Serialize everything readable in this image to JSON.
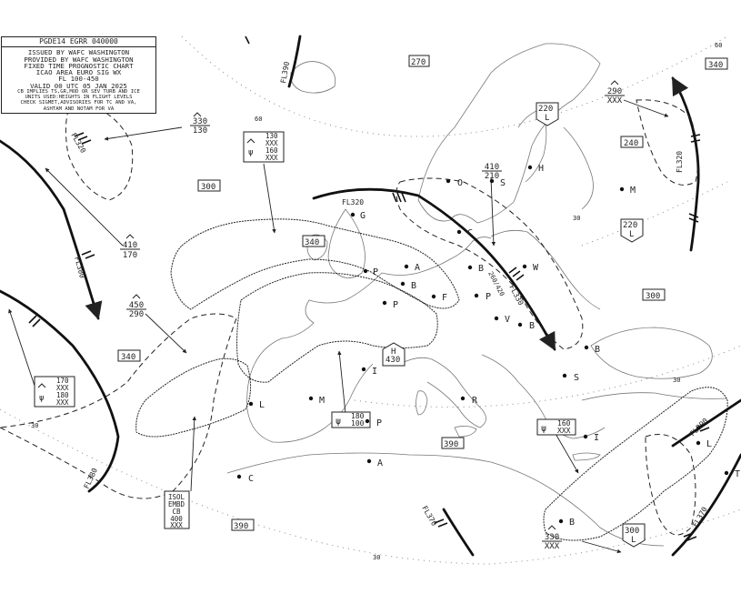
{
  "header": {
    "title": "PGDE14 EGRR 040000",
    "lines": [
      "ISSUED BY WAFC WASHINGTON",
      "PROVIDED BY WAFC WASHINGTON",
      "FIXED TIME PROGNOSTIC CHART",
      "ICAO AREA EURO SIG WX",
      "FL 100-450",
      "VALID 00 UTC 05 JAN 2025"
    ],
    "notes": [
      "CB IMPLIES TS,GR,MOD OR SEV TURB AND ICE",
      "UNITS USED:HEIGHTS IN FLIGHT LEVELS",
      "CHECK SIGMET,ADVISORIES FOR TC AND VA,",
      "ASHTAM AND NOTAM FOR VA"
    ]
  },
  "colors": {
    "ink": "#222222",
    "coast": "#777777",
    "grid": "#888888"
  },
  "latitude_labels": [
    "60",
    "60",
    "30",
    "30",
    "30",
    "30"
  ],
  "tropopause_boxes": [
    "270",
    "340",
    "300",
    "340",
    "300",
    "340",
    "390",
    "390",
    "240"
  ],
  "tropopause_pentagons": [
    {
      "value": "220",
      "kind": "L"
    },
    {
      "value": "220",
      "kind": "L"
    },
    {
      "value": "300",
      "kind": "L"
    },
    {
      "value": "430",
      "kind": "H"
    }
  ],
  "cloud_tops": [
    {
      "top": "330",
      "base": "130"
    },
    {
      "top": "410",
      "base": "170"
    },
    {
      "top": "450",
      "base": "290"
    },
    {
      "top": "290",
      "base": "XXX"
    },
    {
      "top": "410",
      "base": "210"
    },
    {
      "top": "330",
      "base": "XXX"
    }
  ],
  "jet_labels": [
    "FL320",
    "FL300",
    "FL390",
    "FL320",
    "FL330",
    "FL380",
    "FL370",
    "FL390",
    "FL370",
    "FL320"
  ],
  "jet_depth": "260/420",
  "cb_boxes": [
    {
      "cat_top": "130",
      "cat_base": "XXX",
      "ice_top": "160",
      "ice_base": "XXX"
    },
    {
      "cat_top": "170",
      "cat_base": "XXX",
      "ice_top": "180",
      "ice_base": "XXX"
    }
  ],
  "icing_boxes": [
    {
      "top": "180",
      "base": "100"
    },
    {
      "top": "160",
      "base": "XXX"
    }
  ],
  "isol_box": [
    "ISOL",
    "EMBD",
    "CB",
    "400",
    "XXX"
  ],
  "cities": [
    "G",
    "A",
    "B",
    "P",
    "O",
    "S",
    "H",
    "M",
    "C",
    "W",
    "B",
    "P",
    "F",
    "P",
    "V",
    "B",
    "S",
    "B",
    "I",
    "M",
    "L",
    "P",
    "R",
    "A",
    "C",
    "B",
    "I",
    "L",
    "T"
  ]
}
